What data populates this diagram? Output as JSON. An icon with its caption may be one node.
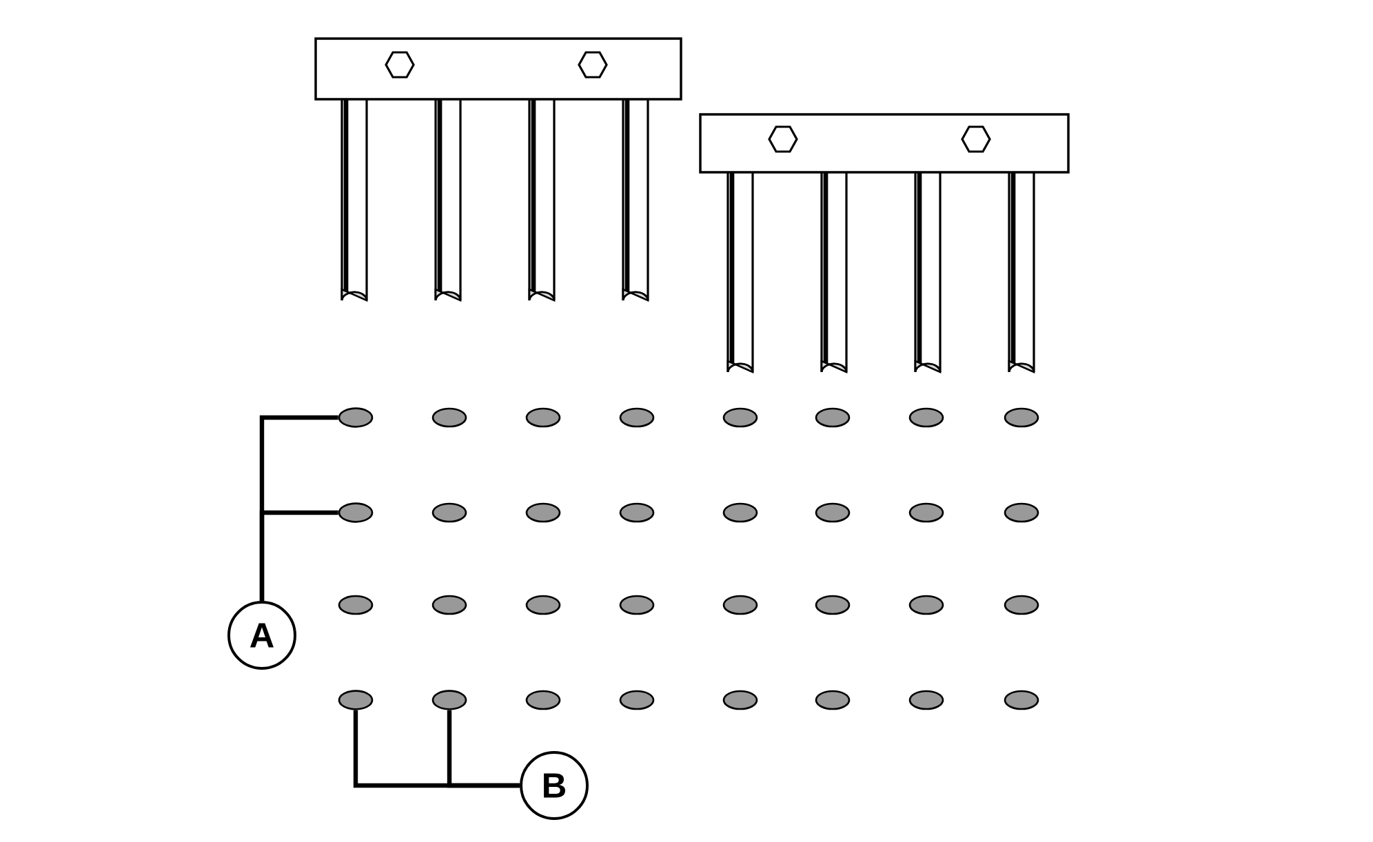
{
  "diagram": {
    "nodes": [
      {
        "text": [],
        "shape": "ellipse"
      },
      {
        "text": [],
        "shape": "ellipse"
      },
      {
        "text": [
          "A"
        ]
      },
      {
        "text": [],
        "shape": "ellipse"
      },
      {
        "text": [],
        "shape": "ellipse"
      },
      {
        "text": [
          "B"
        ]
      }
    ],
    "edges": [
      {
        "from": 2,
        "to": 0,
        "arrow": "none"
      },
      {
        "from": 2,
        "to": 1,
        "arrow": "none"
      },
      {
        "from": 5,
        "to": 3,
        "arrow": "none"
      },
      {
        "from": 5,
        "to": 4,
        "arrow": "none"
      }
    ]
  }
}
